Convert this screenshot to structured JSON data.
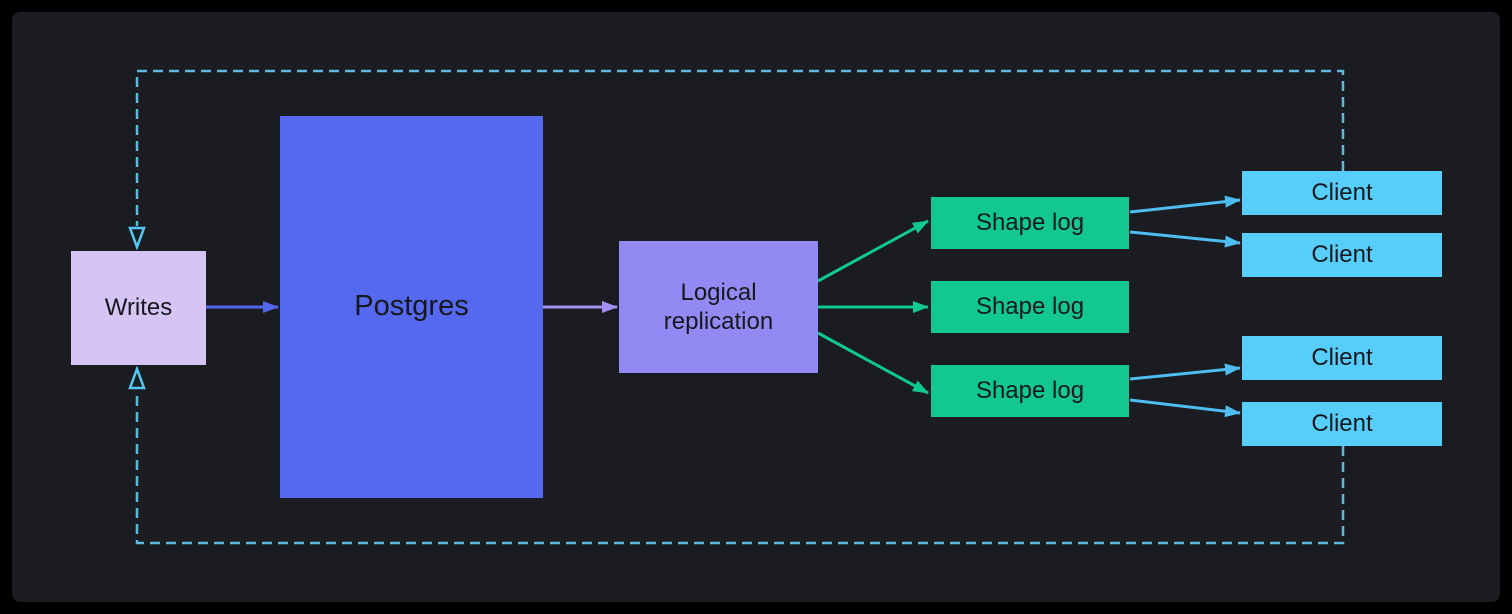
{
  "colors": {
    "canvas": "#000000",
    "panel_background": "#1b1c21",
    "node_text": "#16181d",
    "writes_fill": "#d6c4f4",
    "postgres_fill": "#5569f0",
    "logical_replication_fill": "#9389f2",
    "shape_log_fill": "#12c88e",
    "client_fill": "#57cdf9",
    "arrow_writes_to_postgres": "#5166ea",
    "arrow_postgres_to_replication": "#a48ff2",
    "arrow_replication_to_shape_log": "#10c98e",
    "arrow_shape_log_to_client": "#4dbdf2",
    "sync_loop_dashed": "#5cb8dd",
    "sync_loop_arrowhead": "#55c8f2"
  },
  "nodes": {
    "writes": {
      "label": "Writes"
    },
    "postgres": {
      "label": "Postgres"
    },
    "logical_replication": {
      "label": "Logical replication"
    },
    "shape_logs": [
      {
        "label": "Shape log"
      },
      {
        "label": "Shape log"
      },
      {
        "label": "Shape log"
      }
    ],
    "clients": [
      {
        "label": "Client"
      },
      {
        "label": "Client"
      },
      {
        "label": "Client"
      },
      {
        "label": "Client"
      }
    ]
  },
  "edges": [
    {
      "from": "writes",
      "to": "postgres",
      "style": "solid"
    },
    {
      "from": "postgres",
      "to": "logical_replication",
      "style": "solid"
    },
    {
      "from": "logical_replication",
      "to": "shape_log_1",
      "style": "solid"
    },
    {
      "from": "logical_replication",
      "to": "shape_log_2",
      "style": "solid"
    },
    {
      "from": "logical_replication",
      "to": "shape_log_3",
      "style": "solid"
    },
    {
      "from": "shape_log_1",
      "to": "client_1",
      "style": "solid"
    },
    {
      "from": "shape_log_1",
      "to": "client_2",
      "style": "solid"
    },
    {
      "from": "shape_log_3",
      "to": "client_3",
      "style": "solid"
    },
    {
      "from": "shape_log_3",
      "to": "client_4",
      "style": "solid"
    },
    {
      "from": "clients",
      "to": "writes",
      "style": "dashed-loop"
    }
  ]
}
